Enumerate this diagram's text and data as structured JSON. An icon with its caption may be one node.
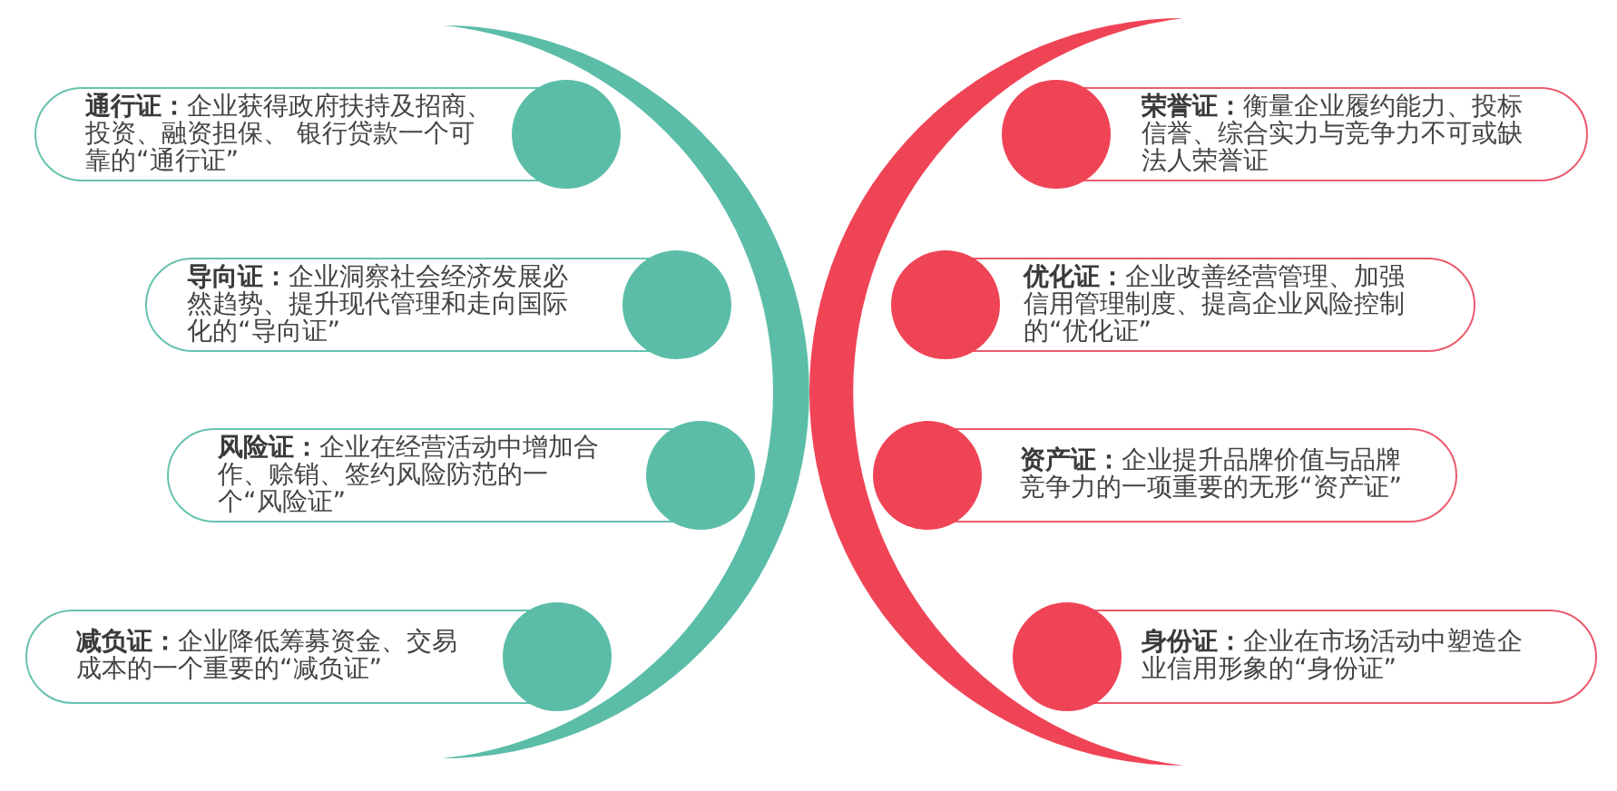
{
  "diagram": {
    "nodes": [
      {
        "text": [
          "**通行证：**企业获得政府扶持及招商、投资、融资担保、 银行贷款一个可靠的“通行证”"
        ]
      },
      {
        "text": [
          "**荣誉证：**衡量企业履约能力、投标信誉、综合实力与竞争力不可或缺法人荣誉证"
        ]
      },
      {
        "text": [
          "**导向证：**企业洞察社会经济发展必然趋势、提升现代管理和走向国际化的“导向证”"
        ]
      },
      {
        "text": [
          "**优化证：**企业改善经营管理、加强信用管理制度、提高企业风险控制的“优化证”"
        ]
      },
      {
        "text": [
          "**风险证：**企业在经营活动中增加合作、赊销、签约风险防范的一个“风险证”"
        ]
      },
      {
        "text": [
          "**资产证：**企业提升品牌价值与品牌竞争力的一项重要的无形“资产证”"
        ]
      },
      {
        "text": [
          "**减负证：**企业降低筹募资金、交易成本的一个重要的“减负证”"
        ]
      },
      {
        "text": [
          "**身份证：**企业在市场活动中塑造企业信用形象的“身份证”"
        ]
      }
    ]
  }
}
